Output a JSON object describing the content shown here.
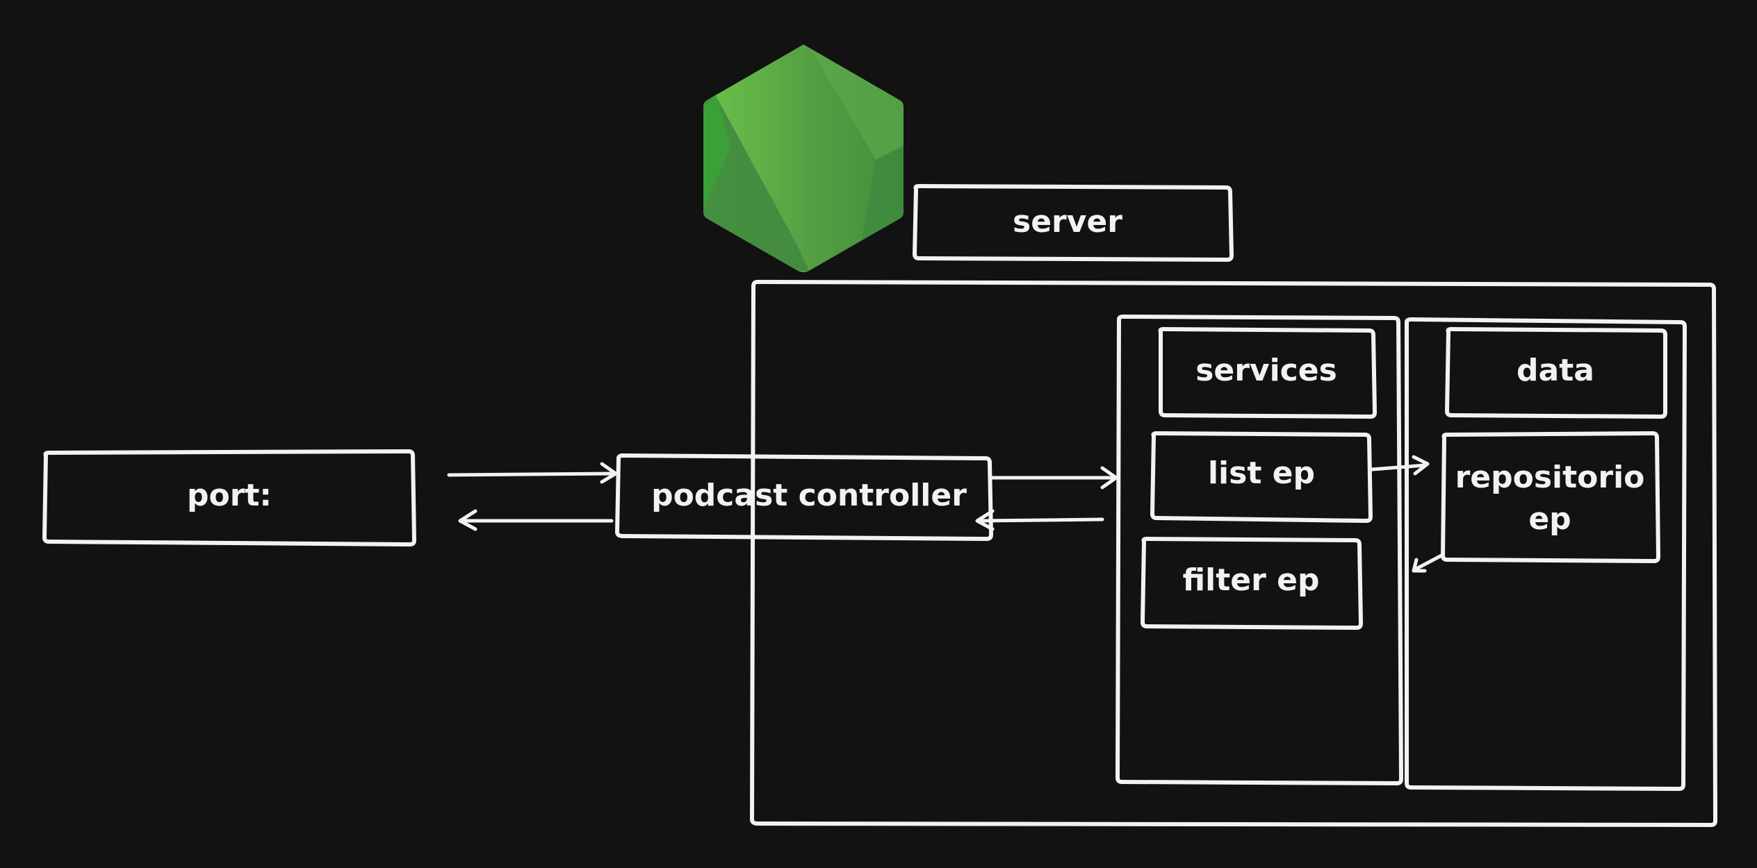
{
  "labels": {
    "port": "port:",
    "server": "server",
    "podcast_controller": "podcast controller",
    "services": "services",
    "list_ep": "list ep",
    "filter_ep": "filter ep",
    "data": "data",
    "repositorio_line1": "repositorio",
    "repositorio_line2": "ep"
  },
  "colors": {
    "background": "#121212",
    "stroke": "#f2f2f2",
    "logo_light": "#6cc24a",
    "logo_mid": "#539e43",
    "logo_dark": "#3f873f"
  },
  "icons": {
    "logo": "nodejs-hexagon-icon"
  }
}
